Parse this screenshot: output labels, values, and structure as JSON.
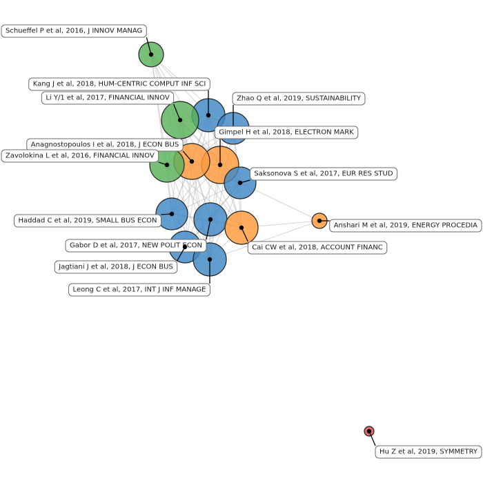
{
  "colors": {
    "green": "#5ab15a",
    "blue": "#3f88c5",
    "orange": "#ff9a3c",
    "red": "#d94848",
    "edge": "#b0b0b0"
  },
  "nodes": [
    {
      "id": "schueffel",
      "label": "Schueffel P et al, 2016, J INNOV MANAG",
      "cluster": "green"
    },
    {
      "id": "kang",
      "label": "Kang J et al, 2018, HUM-CENTRIC COMPUT INF SCI",
      "cluster": "blue"
    },
    {
      "id": "li",
      "label": "Li Y/1 et al, 2017, FINANCIAL INNOV",
      "cluster": "green"
    },
    {
      "id": "zhao",
      "label": "Zhao Q et al, 2019, SUSTAINABILITY",
      "cluster": "blue"
    },
    {
      "id": "gimpel",
      "label": "Gimpel H et al, 2018, ELECTRON MARK",
      "cluster": "orange"
    },
    {
      "id": "anagnostopoulos",
      "label": "Anagnostopoulos I et al, 2018, J ECON BUS",
      "cluster": "orange"
    },
    {
      "id": "zavolokina",
      "label": "Zavolokina L et al, 2016, FINANCIAL INNOV",
      "cluster": "green"
    },
    {
      "id": "saksonova",
      "label": "Saksonova S et al, 2017, EUR RES STUD",
      "cluster": "blue"
    },
    {
      "id": "haddad",
      "label": "Haddad C et al, 2019, SMALL BUS ECON",
      "cluster": "blue"
    },
    {
      "id": "anshari",
      "label": "Anshari M et al, 2019, ENERGY PROCEDIA",
      "cluster": "orange"
    },
    {
      "id": "gabor",
      "label": "Gabor D et al, 2017, NEW POLIT ECON",
      "cluster": "blue"
    },
    {
      "id": "cai",
      "label": "Cai CW et al, 2018, ACCOUNT FINANC",
      "cluster": "orange"
    },
    {
      "id": "jagtiani",
      "label": "Jagtiani J et al, 2018, J ECON BUS",
      "cluster": "blue"
    },
    {
      "id": "leong",
      "label": "Leong C et al, 2017, INT J INF MANAGE",
      "cluster": "blue"
    },
    {
      "id": "hu",
      "label": "Hu Z et al, 2019, SYMMETRY",
      "cluster": "red"
    }
  ],
  "edges": [
    [
      "schueffel",
      "li"
    ],
    [
      "schueffel",
      "kang"
    ],
    [
      "schueffel",
      "zavolokina"
    ],
    [
      "schueffel",
      "gimpel"
    ],
    [
      "schueffel",
      "anagnostopoulos"
    ],
    [
      "schueffel",
      "haddad"
    ],
    [
      "schueffel",
      "leong"
    ],
    [
      "schueffel",
      "zhao"
    ],
    [
      "li",
      "kang"
    ],
    [
      "li",
      "zhao"
    ],
    [
      "li",
      "gimpel"
    ],
    [
      "li",
      "anagnostopoulos"
    ],
    [
      "li",
      "zavolokina"
    ],
    [
      "li",
      "saksonova"
    ],
    [
      "li",
      "haddad"
    ],
    [
      "li",
      "gabor"
    ],
    [
      "li",
      "cai"
    ],
    [
      "li",
      "jagtiani"
    ],
    [
      "li",
      "leong"
    ],
    [
      "kang",
      "zhao"
    ],
    [
      "kang",
      "gimpel"
    ],
    [
      "kang",
      "anagnostopoulos"
    ],
    [
      "kang",
      "zavolokina"
    ],
    [
      "kang",
      "saksonova"
    ],
    [
      "kang",
      "haddad"
    ],
    [
      "kang",
      "cai"
    ],
    [
      "kang",
      "leong"
    ],
    [
      "kang",
      "jagtiani"
    ],
    [
      "zhao",
      "gimpel"
    ],
    [
      "zhao",
      "saksonova"
    ],
    [
      "zhao",
      "anagnostopoulos"
    ],
    [
      "zhao",
      "haddad"
    ],
    [
      "zhao",
      "cai"
    ],
    [
      "zhao",
      "zavolokina"
    ],
    [
      "zhao",
      "leong"
    ],
    [
      "gimpel",
      "anagnostopoulos"
    ],
    [
      "gimpel",
      "zavolokina"
    ],
    [
      "gimpel",
      "saksonova"
    ],
    [
      "gimpel",
      "haddad"
    ],
    [
      "gimpel",
      "gabor"
    ],
    [
      "gimpel",
      "cai"
    ],
    [
      "gimpel",
      "jagtiani"
    ],
    [
      "gimpel",
      "leong"
    ],
    [
      "anagnostopoulos",
      "zavolokina"
    ],
    [
      "anagnostopoulos",
      "saksonova"
    ],
    [
      "anagnostopoulos",
      "haddad"
    ],
    [
      "anagnostopoulos",
      "gabor"
    ],
    [
      "anagnostopoulos",
      "cai"
    ],
    [
      "anagnostopoulos",
      "jagtiani"
    ],
    [
      "anagnostopoulos",
      "leong"
    ],
    [
      "zavolokina",
      "saksonova"
    ],
    [
      "zavolokina",
      "haddad"
    ],
    [
      "zavolokina",
      "gabor"
    ],
    [
      "zavolokina",
      "cai"
    ],
    [
      "zavolokina",
      "jagtiani"
    ],
    [
      "zavolokina",
      "leong"
    ],
    [
      "saksonova",
      "haddad"
    ],
    [
      "saksonova",
      "cai"
    ],
    [
      "saksonova",
      "jagtiani"
    ],
    [
      "saksonova",
      "leong"
    ],
    [
      "saksonova",
      "anshari"
    ],
    [
      "saksonova",
      "gabor"
    ],
    [
      "haddad",
      "gabor"
    ],
    [
      "haddad",
      "cai"
    ],
    [
      "haddad",
      "jagtiani"
    ],
    [
      "haddad",
      "leong"
    ],
    [
      "gabor",
      "cai"
    ],
    [
      "gabor",
      "jagtiani"
    ],
    [
      "gabor",
      "leong"
    ],
    [
      "cai",
      "jagtiani"
    ],
    [
      "cai",
      "leong"
    ],
    [
      "cai",
      "anshari"
    ],
    [
      "jagtiani",
      "leong"
    ],
    [
      "leong",
      "anshari"
    ]
  ]
}
